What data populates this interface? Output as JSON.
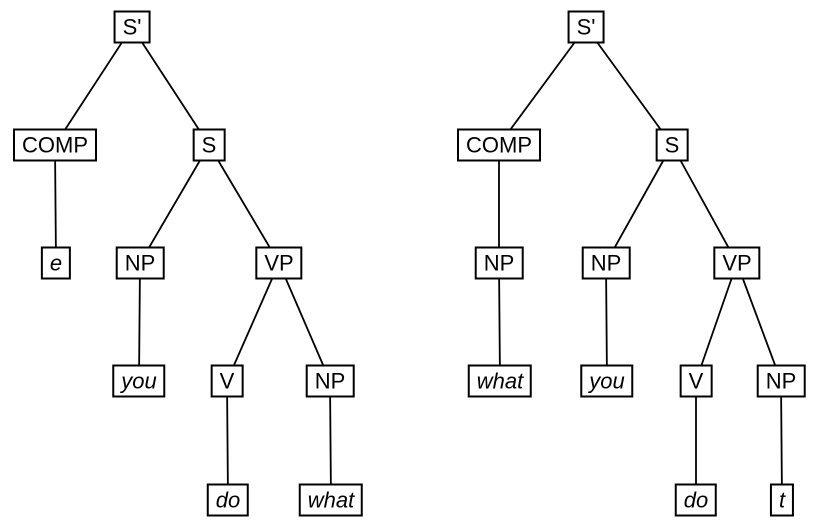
{
  "diagram": {
    "type": "syntax-trees",
    "tree_count": 2
  },
  "trees": [
    {
      "id": "left",
      "nodes": [
        {
          "id": "s-bar",
          "label": "S'",
          "terminal": false
        },
        {
          "id": "comp",
          "label": "COMP",
          "terminal": false
        },
        {
          "id": "s",
          "label": "S",
          "terminal": false
        },
        {
          "id": "e",
          "label": "e",
          "terminal": true
        },
        {
          "id": "np-subj",
          "label": "NP",
          "terminal": false
        },
        {
          "id": "vp",
          "label": "VP",
          "terminal": false
        },
        {
          "id": "you",
          "label": "you",
          "terminal": true
        },
        {
          "id": "v",
          "label": "V",
          "terminal": false
        },
        {
          "id": "np-obj",
          "label": "NP",
          "terminal": false
        },
        {
          "id": "do",
          "label": "do",
          "terminal": true
        },
        {
          "id": "what",
          "label": "what",
          "terminal": true
        }
      ],
      "edges": [
        [
          0,
          1
        ],
        [
          0,
          2
        ],
        [
          1,
          3
        ],
        [
          2,
          4
        ],
        [
          2,
          5
        ],
        [
          4,
          6
        ],
        [
          5,
          7
        ],
        [
          5,
          8
        ],
        [
          7,
          9
        ],
        [
          8,
          10
        ]
      ]
    },
    {
      "id": "right",
      "nodes": [
        {
          "id": "s-bar",
          "label": "S'",
          "terminal": false
        },
        {
          "id": "comp",
          "label": "COMP",
          "terminal": false
        },
        {
          "id": "s",
          "label": "S",
          "terminal": false
        },
        {
          "id": "np-comp",
          "label": "NP",
          "terminal": false
        },
        {
          "id": "np-subj",
          "label": "NP",
          "terminal": false
        },
        {
          "id": "vp",
          "label": "VP",
          "terminal": false
        },
        {
          "id": "what",
          "label": "what",
          "terminal": true
        },
        {
          "id": "you",
          "label": "you",
          "terminal": true
        },
        {
          "id": "v",
          "label": "V",
          "terminal": false
        },
        {
          "id": "np-obj",
          "label": "NP",
          "terminal": false
        },
        {
          "id": "do",
          "label": "do",
          "terminal": true
        },
        {
          "id": "t",
          "label": "t",
          "terminal": true
        }
      ],
      "edges": [
        [
          0,
          1
        ],
        [
          0,
          2
        ],
        [
          1,
          3
        ],
        [
          2,
          4
        ],
        [
          2,
          5
        ],
        [
          3,
          6
        ],
        [
          4,
          7
        ],
        [
          5,
          8
        ],
        [
          5,
          9
        ],
        [
          8,
          10
        ],
        [
          9,
          11
        ]
      ]
    }
  ],
  "colors": {
    "background": "#ffffff",
    "line": "#000000",
    "box_border": "#000000",
    "text": "#000000"
  }
}
